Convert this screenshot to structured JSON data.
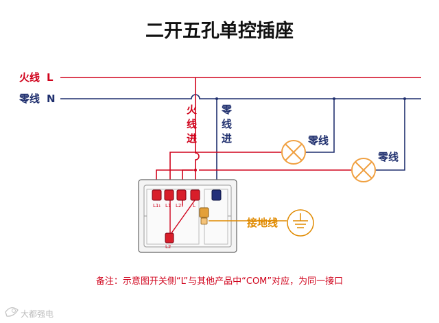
{
  "title": "二开五孔单控插座",
  "lines": {
    "live_label": "火线",
    "live_letter": "L",
    "neutral_label": "零线",
    "neutral_letter": "N"
  },
  "drops": {
    "live_in": [
      "火",
      "线",
      "进"
    ],
    "neutral_in": [
      "零",
      "线",
      "进"
    ]
  },
  "lamp_labels": {
    "lamp1": "零线",
    "lamp2": "零线"
  },
  "terminals": {
    "l11": "L1₁",
    "l1": "L1",
    "l21": "L2₁",
    "l": "L",
    "l2": "L2"
  },
  "ground_label": "接地线",
  "note": "备注：示意图开关侧“L”与其他产品中“COM”对应，为同一接口",
  "watermark": "大都强电",
  "colors": {
    "live": "#d0021b",
    "neutral": "#1f2f6e",
    "ground": "#e08a00",
    "title": "#111111"
  }
}
